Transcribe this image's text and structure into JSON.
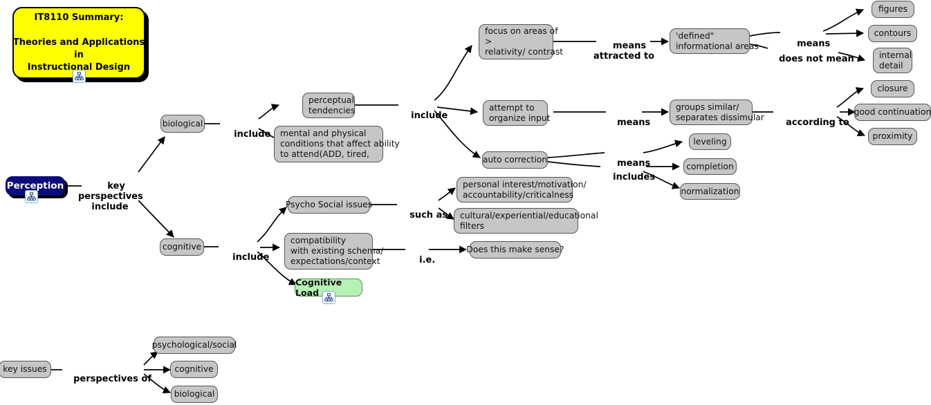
{
  "map": {
    "title_box": {
      "lines": "IT8110 Summary:\n\nTheories and Applications\nin\nInstructional Design",
      "color": "#ffff00",
      "icon": "submap-icon"
    },
    "root": {
      "label": "Perception",
      "color": "#0b0b7a",
      "icon": "submap-icon"
    },
    "nodes": [
      {
        "id": "biological",
        "text": "biological"
      },
      {
        "id": "cognitive",
        "text": "cognitive"
      },
      {
        "id": "perceptual",
        "text": "perceptual\ntendencies"
      },
      {
        "id": "mental",
        "text": "mental and physical\nconditions that affect ability\nto attend(ADD, tired,"
      },
      {
        "id": "focus",
        "text": "focus on areas of\n>\nrelativity/ contrast"
      },
      {
        "id": "attempt",
        "text": "attempt to\norganize input"
      },
      {
        "id": "autocorrection",
        "text": "auto correction"
      },
      {
        "id": "defined",
        "text": "'defined\"\ninformational areas"
      },
      {
        "id": "groups",
        "text": "groups similar/\nseparates dissimular"
      },
      {
        "id": "figures",
        "text": "figures"
      },
      {
        "id": "contours",
        "text": "contours"
      },
      {
        "id": "internaldetail",
        "text": "internal\ndetail"
      },
      {
        "id": "closure",
        "text": "closure"
      },
      {
        "id": "goodcontinuation",
        "text": "good continuation"
      },
      {
        "id": "proximity",
        "text": "proximity"
      },
      {
        "id": "leveling",
        "text": "leveling"
      },
      {
        "id": "completion",
        "text": "completion"
      },
      {
        "id": "normalization",
        "text": "normalization"
      },
      {
        "id": "psychosocial",
        "text": "Psycho Social issues"
      },
      {
        "id": "personalinterest",
        "text": "personal interest/motivation/\naccountability/criticalness"
      },
      {
        "id": "cultural",
        "text": "cultural/experiential/educational\nfilters"
      },
      {
        "id": "compatibility",
        "text": "compatibility\nwith existing schema/\nexpectations/context"
      },
      {
        "id": "makesense",
        "text": "Does this make sense?"
      },
      {
        "id": "cognitiveload",
        "text": "Cognitive Load",
        "color": "#b6f2b6"
      },
      {
        "id": "keyissues",
        "text": "key issues"
      },
      {
        "id": "psychsocial2",
        "text": "psychological/social"
      },
      {
        "id": "cognitive2",
        "text": "cognitive"
      },
      {
        "id": "biological2",
        "text": "biological"
      }
    ],
    "link_labels": [
      {
        "id": "keyperspectives",
        "text": "key\nperspectives\ninclude"
      },
      {
        "id": "include_bio",
        "text": "include"
      },
      {
        "id": "include_mid",
        "text": "include"
      },
      {
        "id": "include_cog",
        "text": "include"
      },
      {
        "id": "means_attracted",
        "text": "means\nattracted to"
      },
      {
        "id": "means_organize",
        "text": "means"
      },
      {
        "id": "means_auto",
        "text": "means"
      },
      {
        "id": "includes_auto",
        "text": "includes"
      },
      {
        "id": "means_defined",
        "text": "means"
      },
      {
        "id": "doesnotmean",
        "text": "does not mean"
      },
      {
        "id": "accordingto",
        "text": "according to"
      },
      {
        "id": "suchas",
        "text": "such as"
      },
      {
        "id": "ie",
        "text": "i.e."
      },
      {
        "id": "perspectivesof",
        "text": "perspectives of"
      }
    ]
  }
}
